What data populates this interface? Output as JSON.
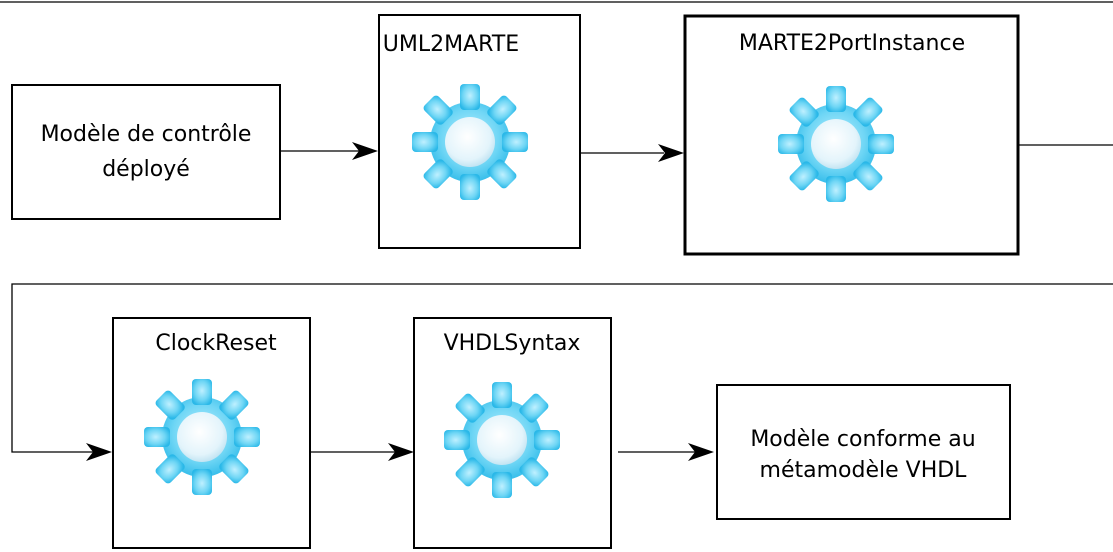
{
  "input": {
    "line1": "Modèle de contrôle",
    "line2": "déployé"
  },
  "transformations": [
    {
      "title": "UML2MARTE",
      "icon": "gear-icon"
    },
    {
      "title": "MARTE2PortInstance",
      "icon": "gear-icon"
    },
    {
      "title": "ClockReset",
      "icon": "gear-icon"
    },
    {
      "title": "VHDLSyntax",
      "icon": "gear-icon"
    }
  ],
  "output": {
    "line1": "Modèle conforme au",
    "line2": "métamodèle VHDL"
  },
  "colors": {
    "gear_light": "#e6f8ff",
    "gear_mid": "#79d9f5",
    "gear_dark": "#2ab8e8",
    "stroke": "#000000"
  }
}
